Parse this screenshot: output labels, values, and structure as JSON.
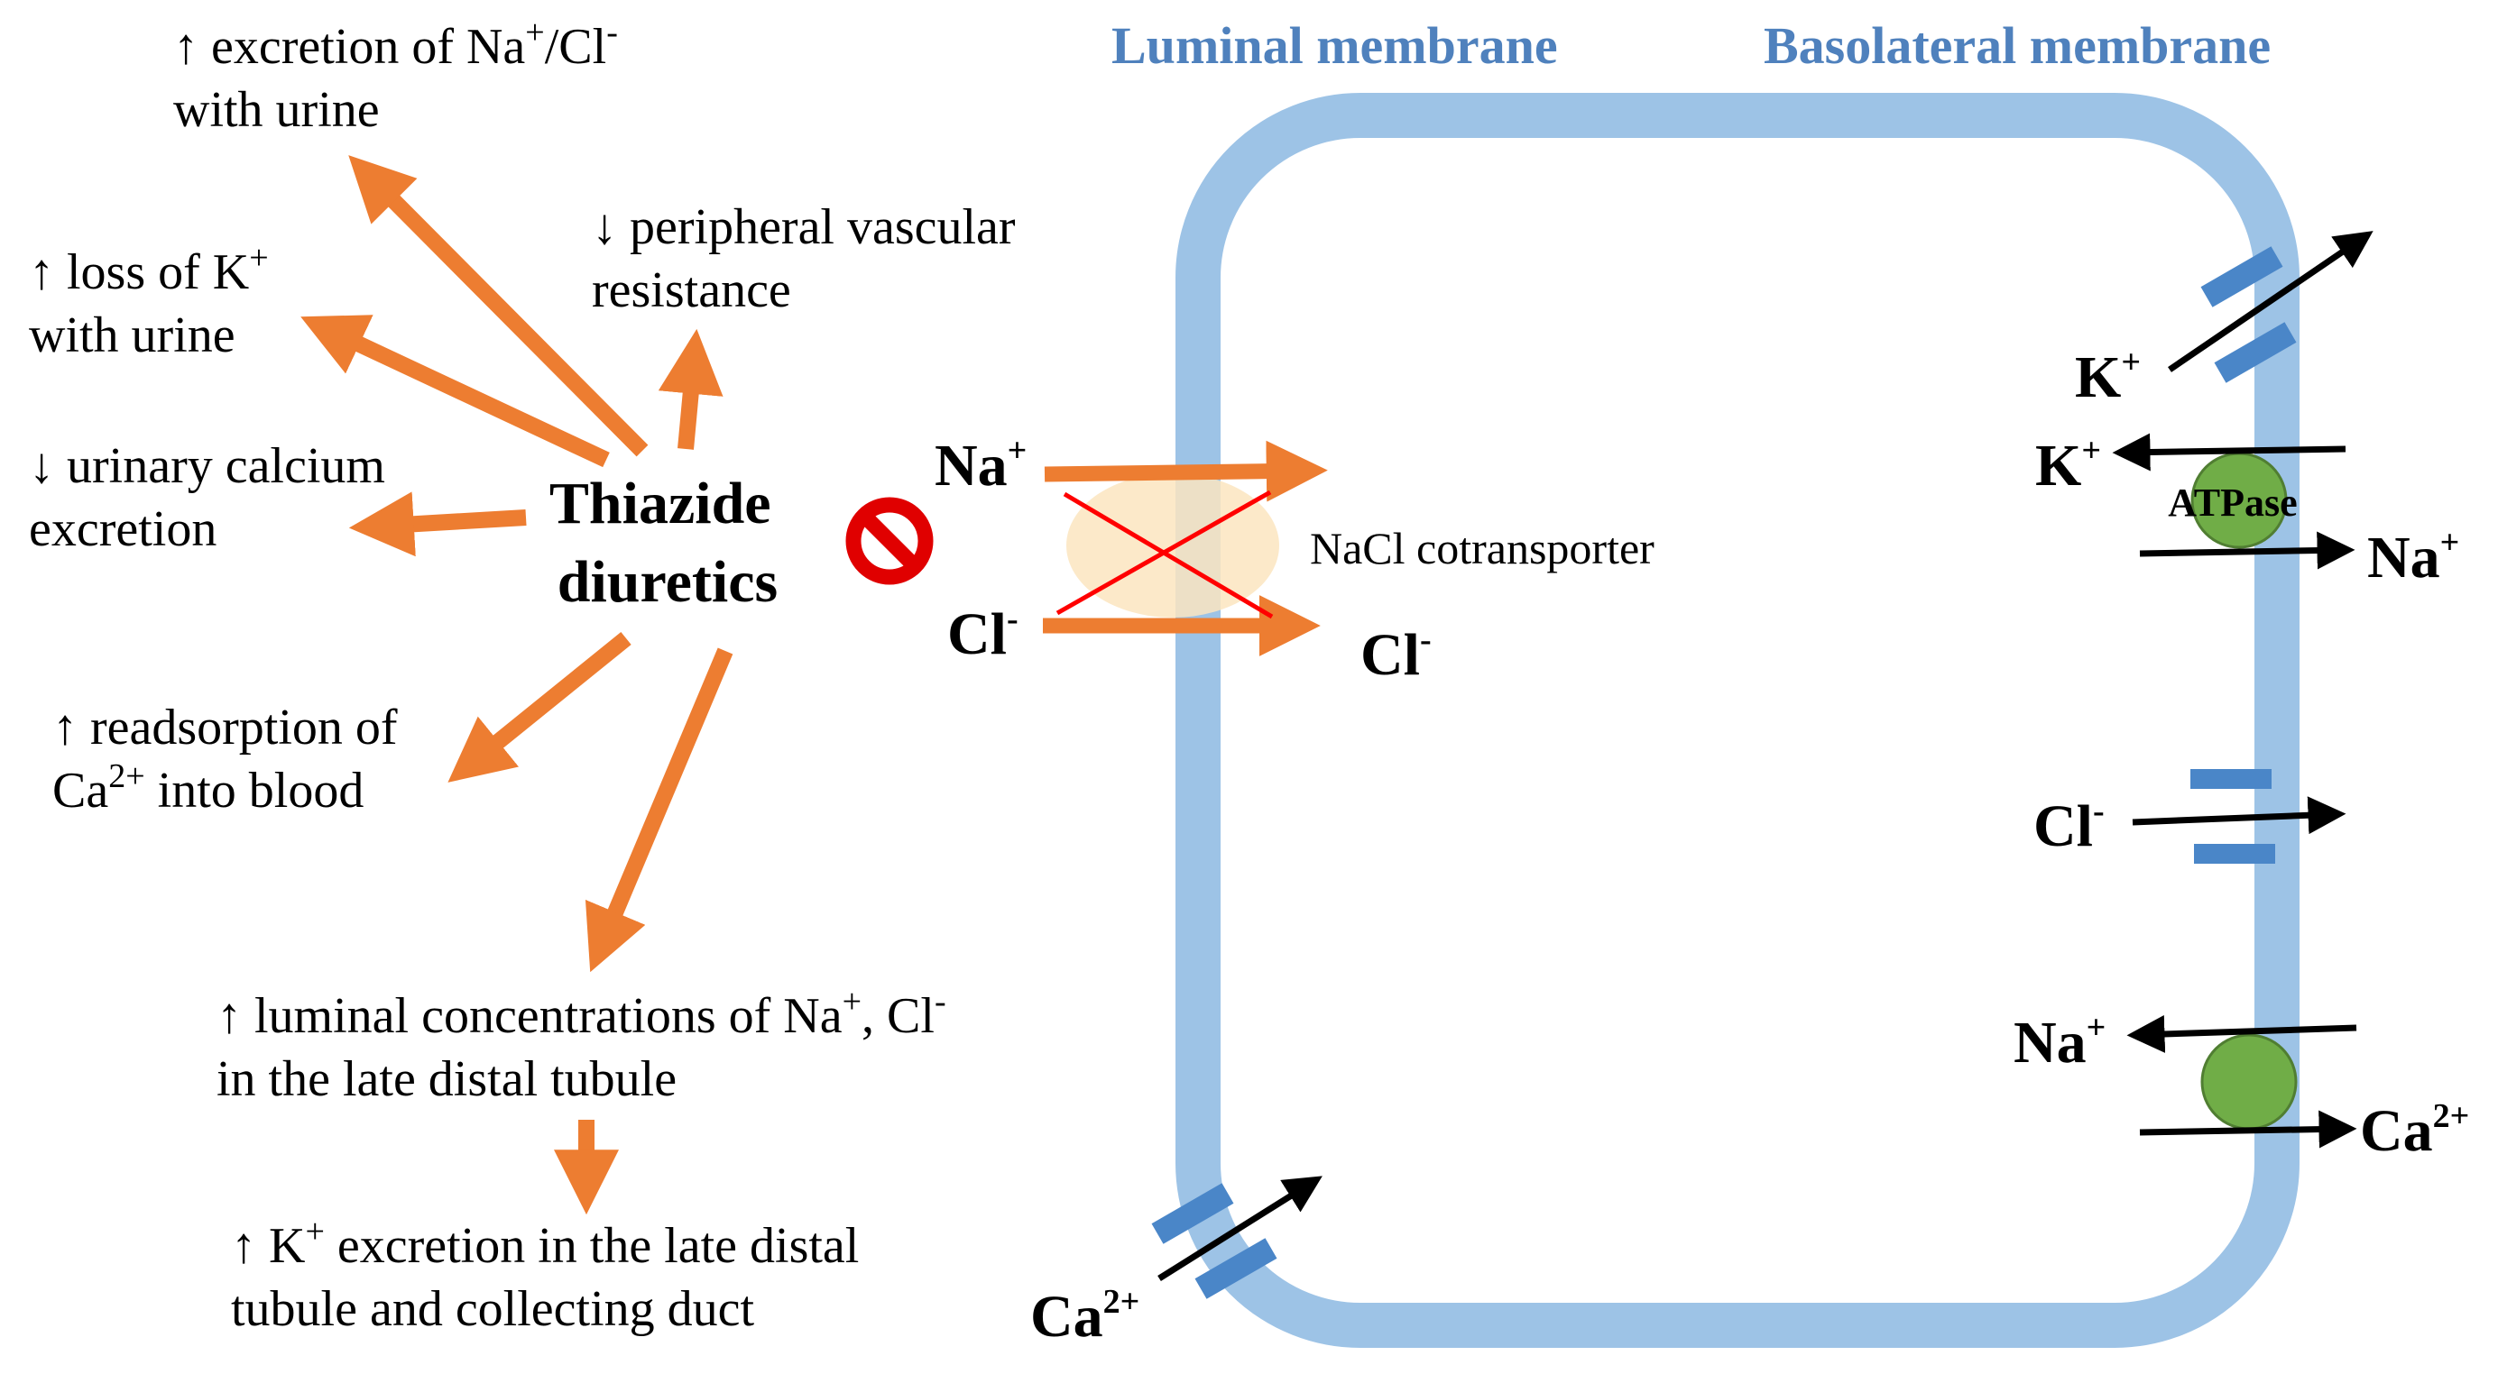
{
  "colors": {
    "membrane": "#9dc3e6",
    "channel": "#4a86c8",
    "title": "#4f81bd",
    "orange_arrow": "#ed7d31",
    "pump": "#70ad47",
    "pump_stroke": "#507e32",
    "cotransporter_fill": "#fbe5c0",
    "block_cross": "#ff0000",
    "no_symbol": "#e00000",
    "text": "#000000"
  },
  "titles": {
    "luminal": "Luminal membrane",
    "basolateral": "Basolateral membrane"
  },
  "drug": {
    "line1": "Thiazide",
    "line2": "diuretics"
  },
  "effects": {
    "excretion_nacl": {
      "prefix": "↑ excretion of Na",
      "sup1": "+",
      "mid": "/Cl",
      "sup2": "-",
      "line2": "with urine"
    },
    "loss_k": {
      "prefix": "↑ loss of K",
      "sup": "+",
      "line2": "with urine"
    },
    "vascular": {
      "line1": "↓ peripheral vascular",
      "line2": "resistance"
    },
    "calcium": {
      "line1": "↓ urinary calcium",
      "line2": "excretion"
    },
    "readsorption": {
      "line1": "↑ readsorption of",
      "line2_prefix": "Ca",
      "line2_sup": "2+",
      "line2_suffix": " into blood"
    },
    "luminal_conc": {
      "prefix": "↑ luminal concentrations of Na",
      "sup1": "+",
      "mid": ", Cl",
      "sup2": "-",
      "line2": "in the late distal tubule"
    },
    "k_excretion": {
      "prefix": "↑ K",
      "sup": "+",
      "suffix": " excretion in the late distal",
      "line2": "tubule and collecting duct"
    }
  },
  "ions": {
    "na": "Na",
    "na_charge": "+",
    "cl": "Cl",
    "cl_charge": "-",
    "k": "K",
    "k_charge": "+",
    "ca": "Ca",
    "ca_charge": "2+"
  },
  "labels": {
    "cotransporter": "NaCl cotransporter",
    "atpase": "ATPase"
  }
}
